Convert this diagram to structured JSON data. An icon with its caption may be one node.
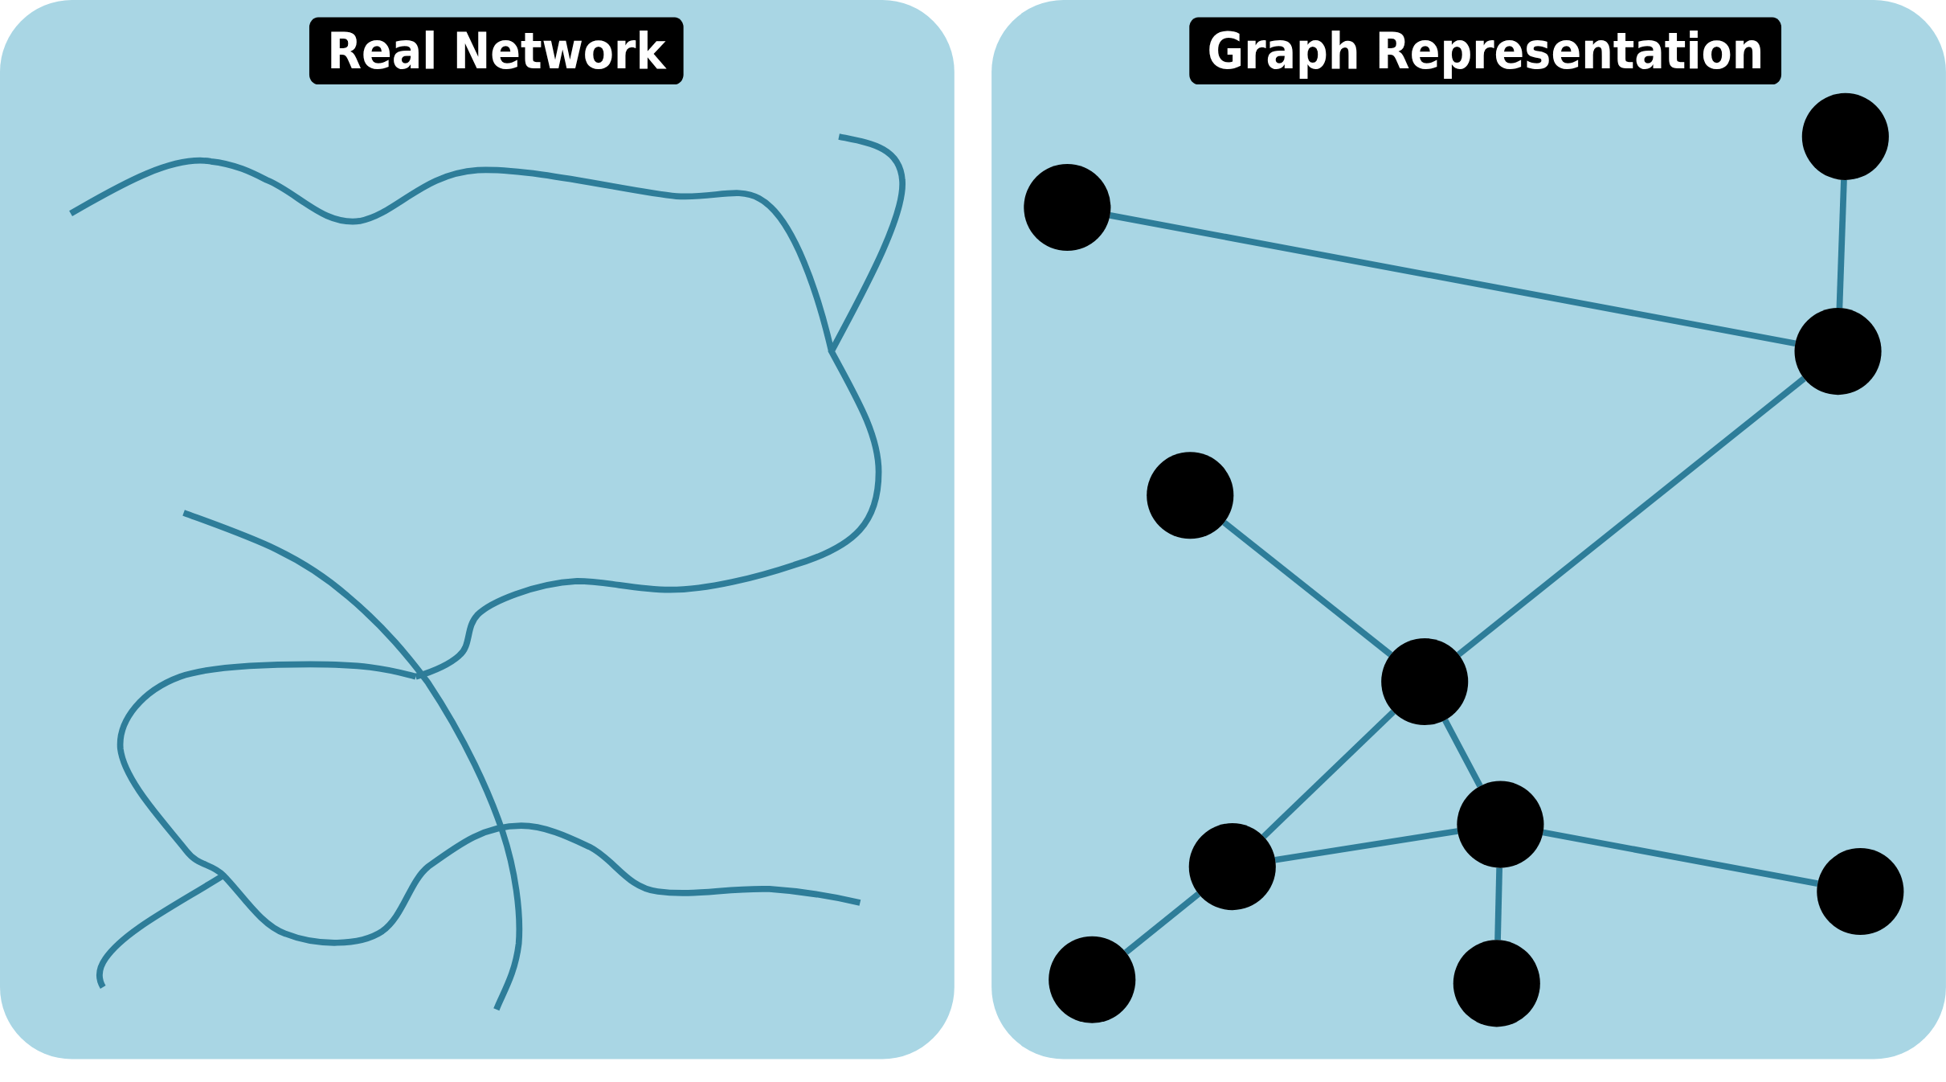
{
  "diagram": {
    "nodes": [
      {
        "text": [
          "Real Network"
        ]
      },
      {
        "text": [
          "Graph Representation"
        ]
      },
      {
        "text": [],
        "shape": "circle",
        "in": 1
      },
      {
        "text": [],
        "shape": "circle",
        "in": 1
      },
      {
        "text": [],
        "shape": "circle",
        "in": 1
      },
      {
        "text": [],
        "shape": "circle",
        "in": 1
      },
      {
        "text": [],
        "shape": "circle",
        "in": 1
      },
      {
        "text": [],
        "shape": "circle",
        "in": 1
      },
      {
        "text": [],
        "shape": "circle",
        "in": 1
      },
      {
        "text": [],
        "shape": "circle",
        "in": 1
      },
      {
        "text": [],
        "shape": "circle",
        "in": 1
      },
      {
        "text": [],
        "shape": "circle",
        "in": 1
      }
    ],
    "edges": [
      {
        "from": 3,
        "to": 4,
        "arrow": "none"
      },
      {
        "from": 2,
        "to": 4,
        "arrow": "none"
      },
      {
        "from": 4,
        "to": 6,
        "arrow": "none"
      },
      {
        "from": 5,
        "to": 6,
        "arrow": "none"
      },
      {
        "from": 6,
        "to": 8,
        "arrow": "none"
      },
      {
        "from": 6,
        "to": 7,
        "arrow": "none"
      },
      {
        "from": 8,
        "to": 7,
        "arrow": "none"
      },
      {
        "from": 8,
        "to": 10,
        "arrow": "none"
      },
      {
        "from": 7,
        "to": 11,
        "arrow": "none"
      },
      {
        "from": 7,
        "to": 9,
        "arrow": "none"
      }
    ]
  }
}
